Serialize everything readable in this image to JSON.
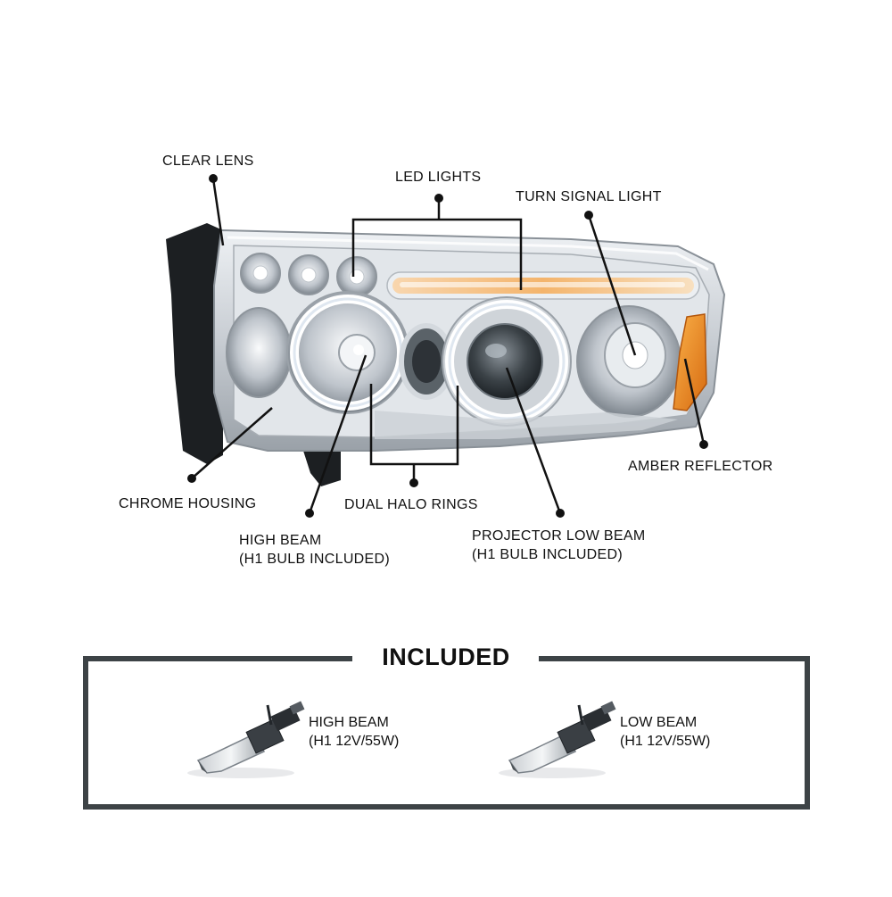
{
  "labels": {
    "clear_lens": "CLEAR LENS",
    "led_lights": "LED LIGHTS",
    "turn_signal": "TURN SIGNAL LIGHT",
    "amber_reflector": "AMBER REFLECTOR",
    "chrome_housing": "CHROME HOUSING",
    "dual_halo": "DUAL HALO RINGS",
    "high_beam_line1": "HIGH BEAM",
    "high_beam_line2": "(H1 BULB INCLUDED)",
    "projector_line1": "PROJECTOR LOW BEAM",
    "projector_line2": "(H1 BULB INCLUDED)"
  },
  "included": {
    "title": "INCLUDED",
    "bulbs": [
      {
        "line1": "HIGH BEAM",
        "line2": "(H1 12V/55W)"
      },
      {
        "line1": "LOW BEAM",
        "line2": "(H1 12V/55W)"
      }
    ]
  },
  "colors": {
    "amber": "#f29a2e",
    "led_glow": "#f7c88a",
    "chrome": "#d9dde2",
    "frame": "#3d4346",
    "housing_dark": "#1c1f22"
  }
}
